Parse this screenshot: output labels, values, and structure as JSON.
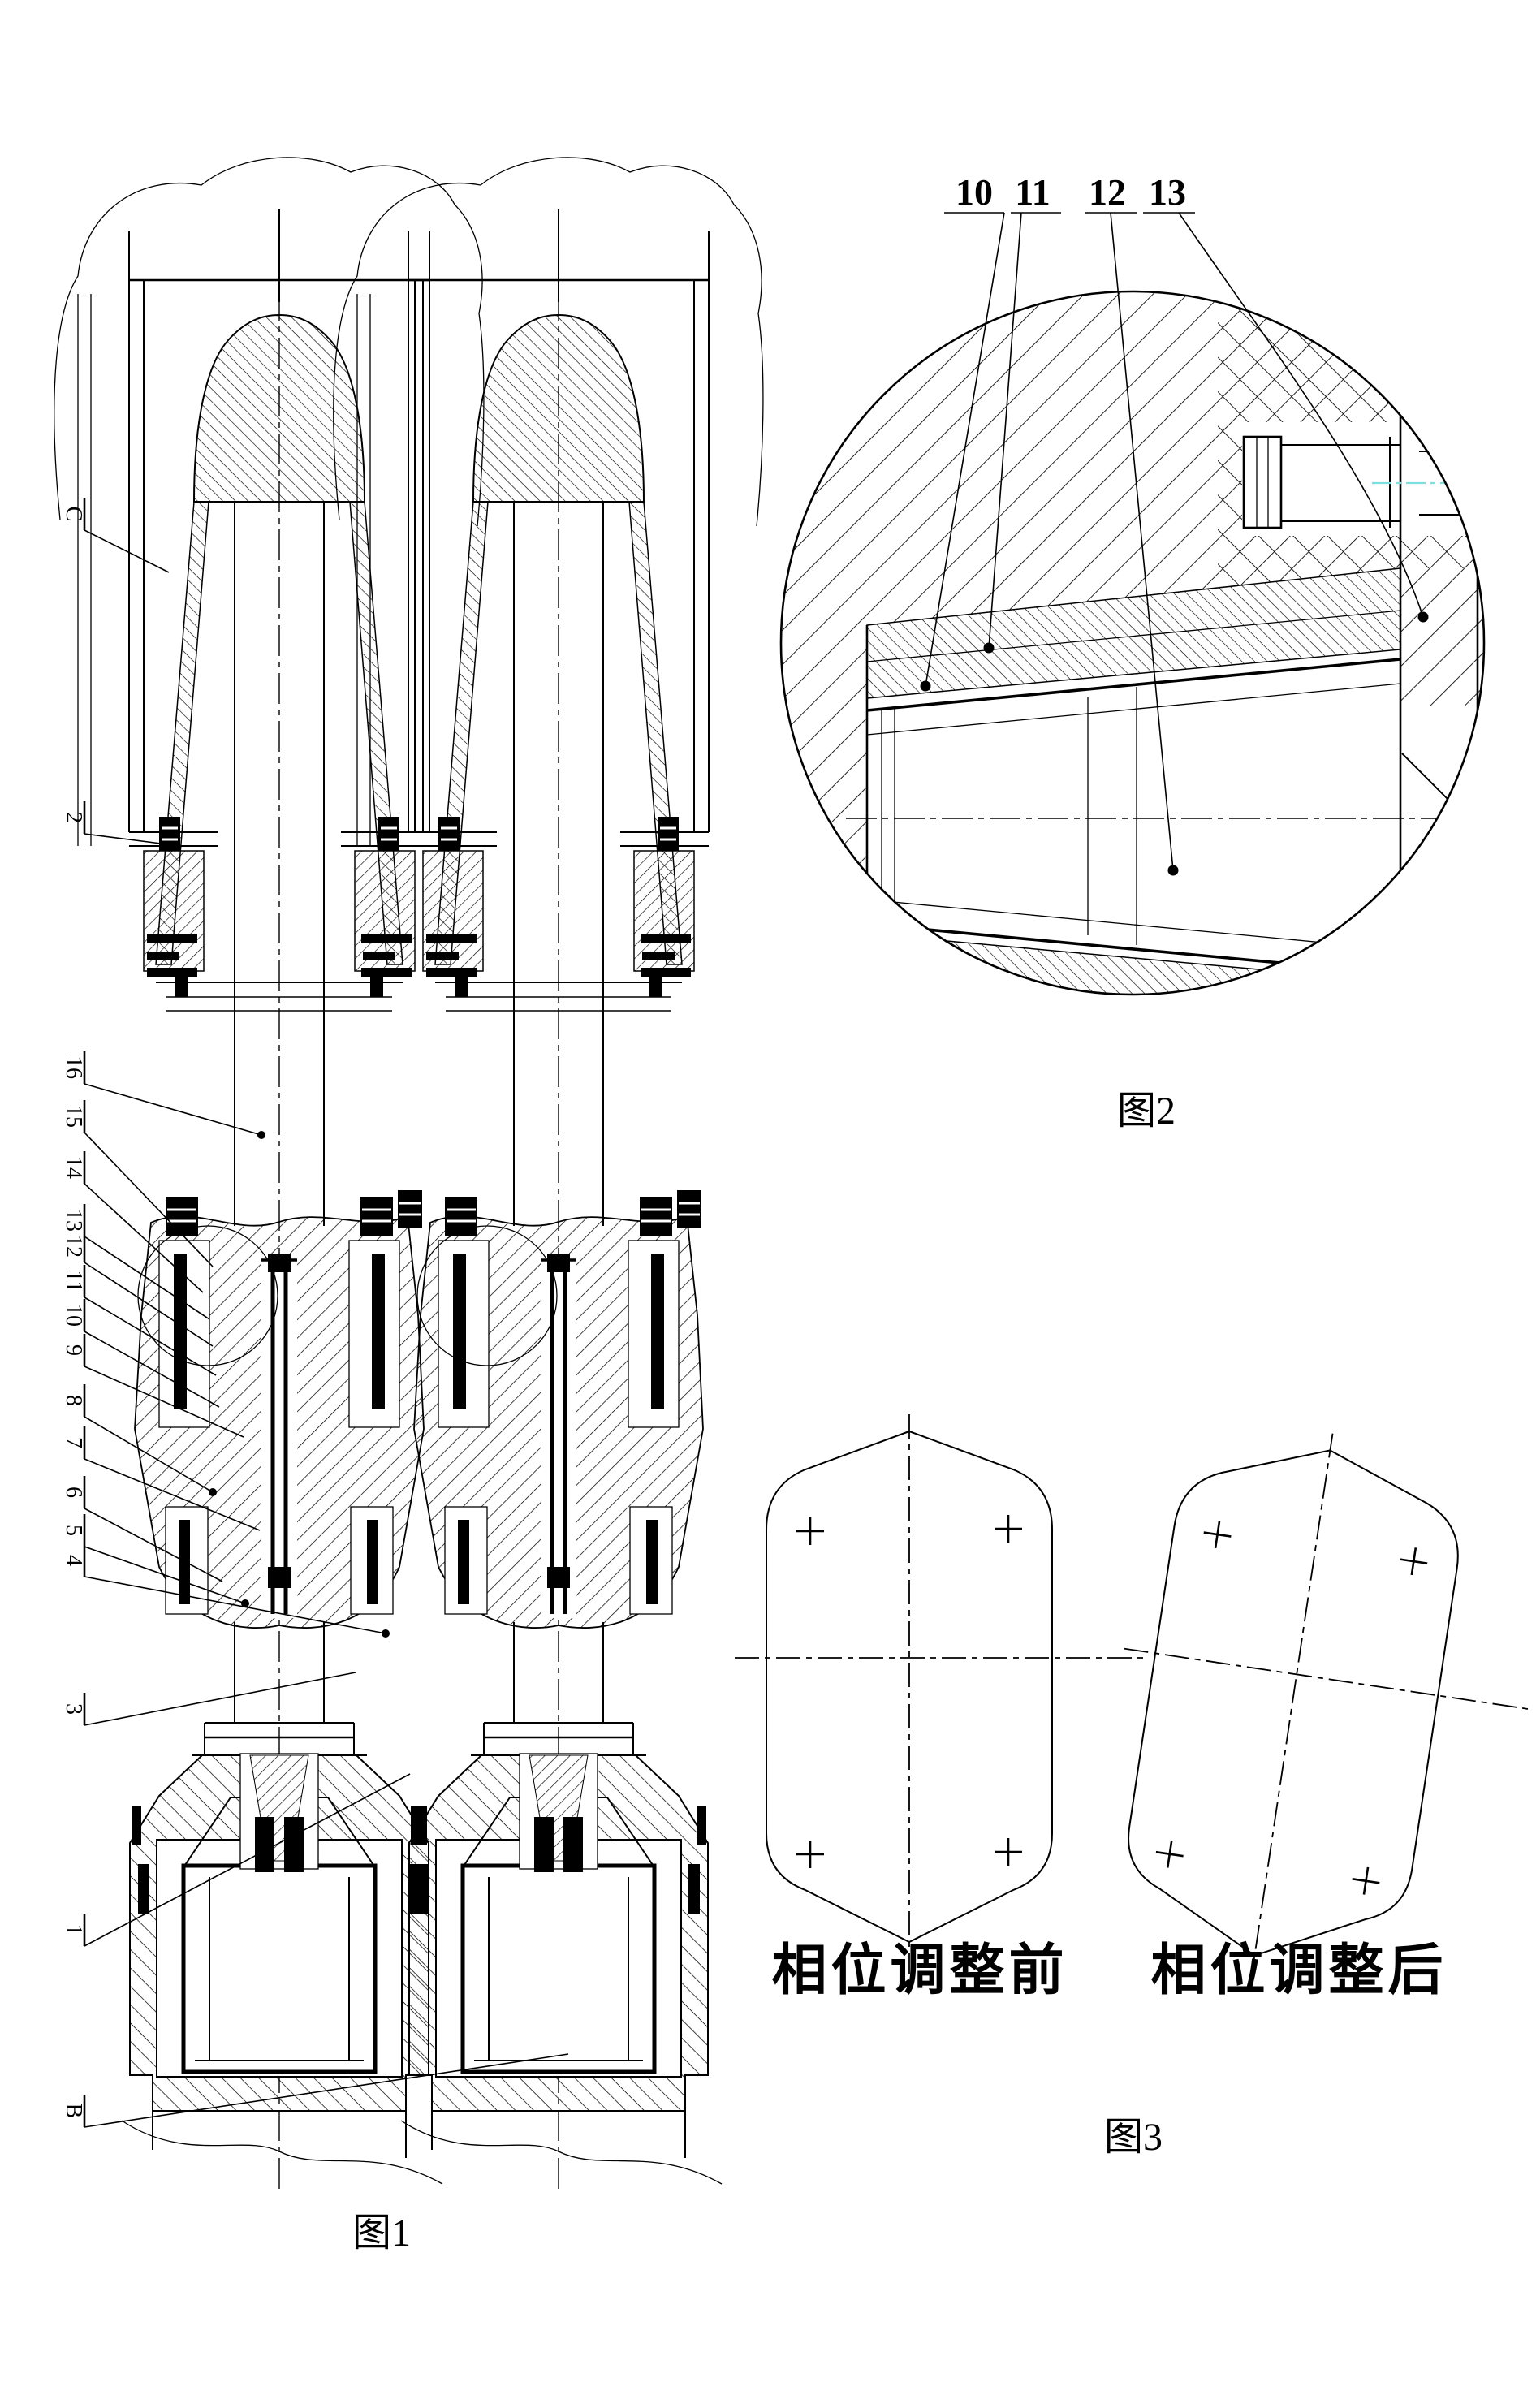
{
  "page": {
    "background": "#ffffff",
    "ink": "#000000",
    "accent_cyan": "#7fdede"
  },
  "figure1": {
    "caption": "图1",
    "part_labels": [
      {
        "text": "C"
      },
      {
        "text": "2"
      },
      {
        "text": "16"
      },
      {
        "text": "15"
      },
      {
        "text": "14"
      },
      {
        "text": "13"
      },
      {
        "text": "12"
      },
      {
        "text": "11"
      },
      {
        "text": "10"
      },
      {
        "text": "9"
      },
      {
        "text": "8"
      },
      {
        "text": "7"
      },
      {
        "text": "6"
      },
      {
        "text": "5"
      },
      {
        "text": "4"
      },
      {
        "text": "3"
      },
      {
        "text": "1"
      },
      {
        "text": "B"
      }
    ]
  },
  "figure2": {
    "caption": "图2",
    "callouts": [
      {
        "text": "10"
      },
      {
        "text": "11"
      },
      {
        "text": "12"
      },
      {
        "text": "13"
      }
    ]
  },
  "figure3": {
    "caption": "图3",
    "before_label": "相位调整前",
    "after_label": "相位调整后"
  }
}
